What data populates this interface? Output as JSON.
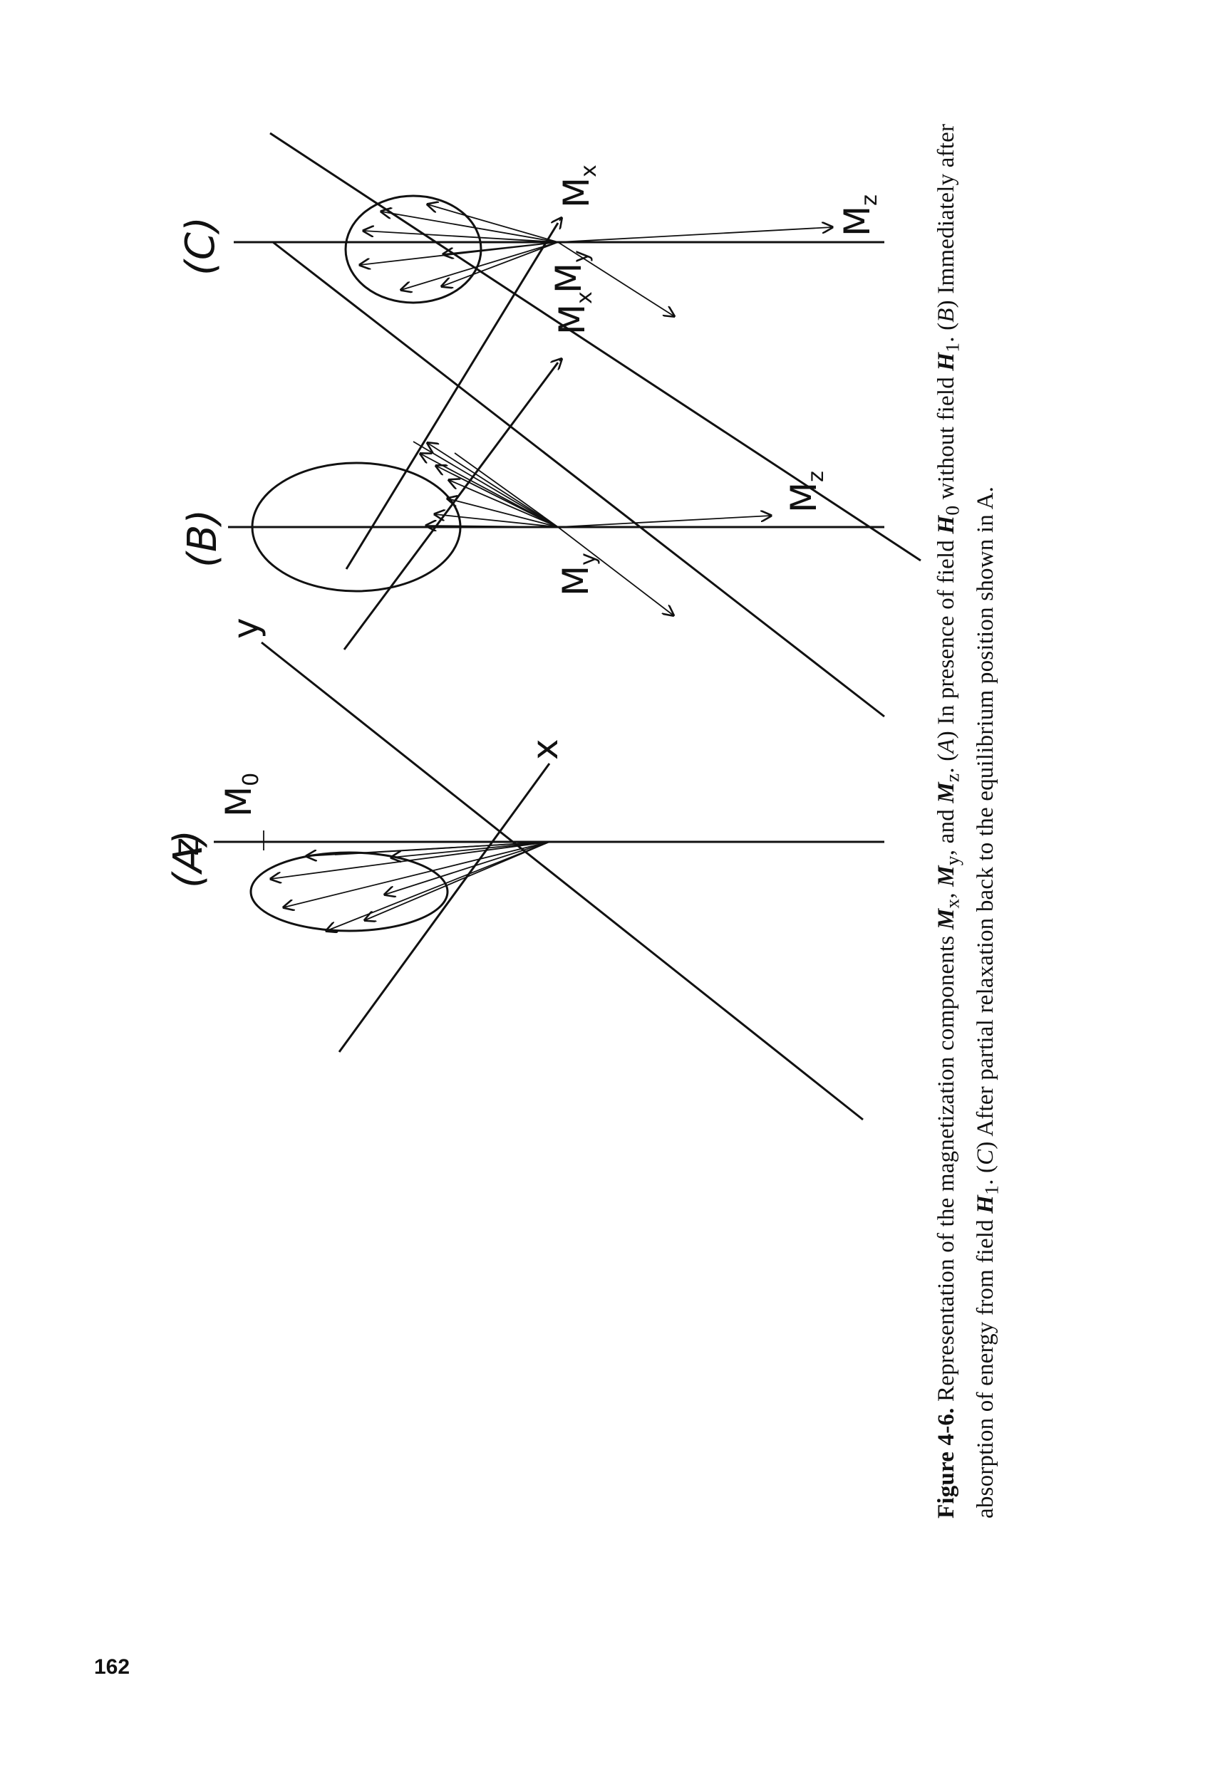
{
  "page_number": "162",
  "figure": {
    "panel_a": {
      "panel_label": "(A)",
      "axis_z": "z",
      "axis_y": "y",
      "axis_x": "x",
      "vector_label": "M",
      "vector_sub": "0"
    },
    "panel_b": {
      "panel_label": "(B)",
      "mz": "M",
      "mz_sub": "z",
      "mx": "M",
      "mx_sub": "x",
      "my": "M",
      "my_sub": "y"
    },
    "panel_c": {
      "panel_label": "(C)",
      "mz": "M",
      "mz_sub": "z",
      "mx": "M",
      "mx_sub": "x",
      "my": "M",
      "my_sub": "y"
    }
  },
  "caption": {
    "label": "Figure 4-6.",
    "t1": "Representation of the magnetization components",
    "m": "M",
    "sx": "x",
    "sy": "y",
    "sz": "z",
    "comma": ",",
    "and": "and",
    "t2": ". (",
    "pa": "A",
    "t3": ") In presence of field",
    "h": "H",
    "s0": "0",
    "t4": "without field",
    "s1": "1",
    "t5": ". (",
    "pb": "B",
    "t6": ") Immediately after absorption of energy from field",
    "t7": ". (",
    "pc": "C",
    "t8": ") After partial relaxation back to the equilibrium position shown in A."
  }
}
